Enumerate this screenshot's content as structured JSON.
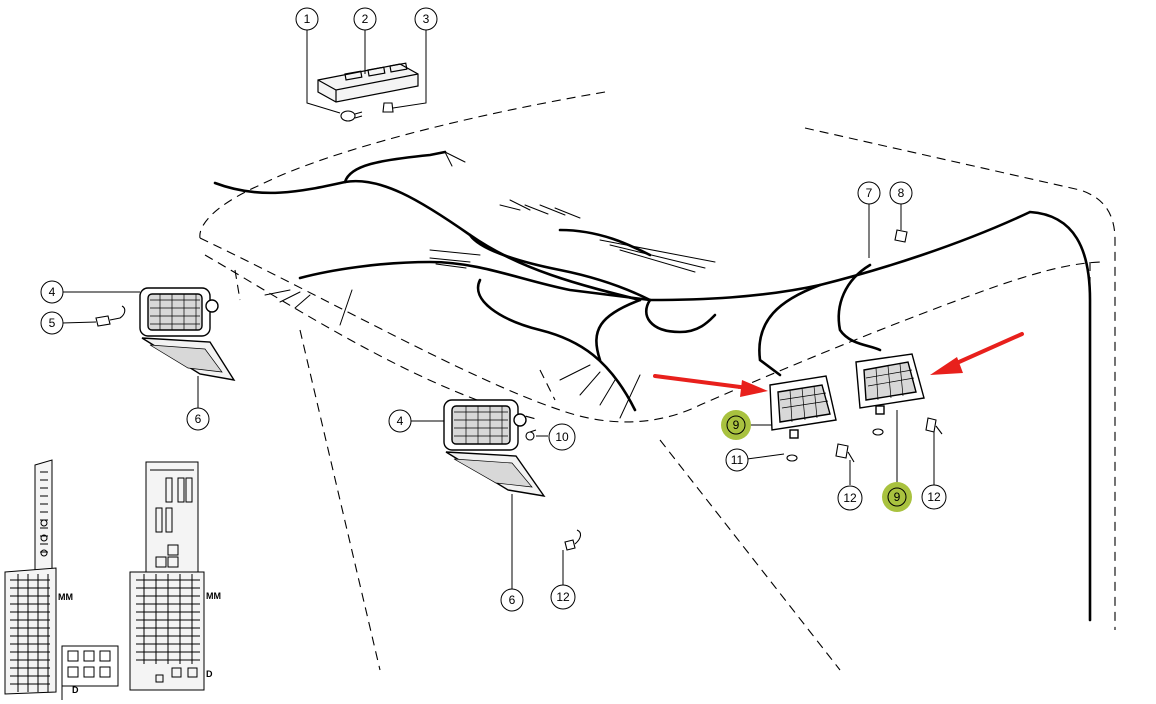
{
  "callouts": {
    "c1": "1",
    "c2": "2",
    "c3": "3",
    "c4a": "4",
    "c4b": "4",
    "c5": "5",
    "c6a": "6",
    "c6b": "6",
    "c7": "7",
    "c8": "8",
    "c9a": "9",
    "c9b": "9",
    "c10": "10",
    "c11": "11",
    "c12a": "12",
    "c12b": "12",
    "c12c": "12"
  },
  "side_panels": {
    "left_mm": "MM",
    "left_d": "D",
    "right_mm": "MM",
    "right_d": "D"
  },
  "colors": {
    "line": "#000000",
    "arrow": "#e8201c",
    "highlight": "#a9c23f"
  }
}
